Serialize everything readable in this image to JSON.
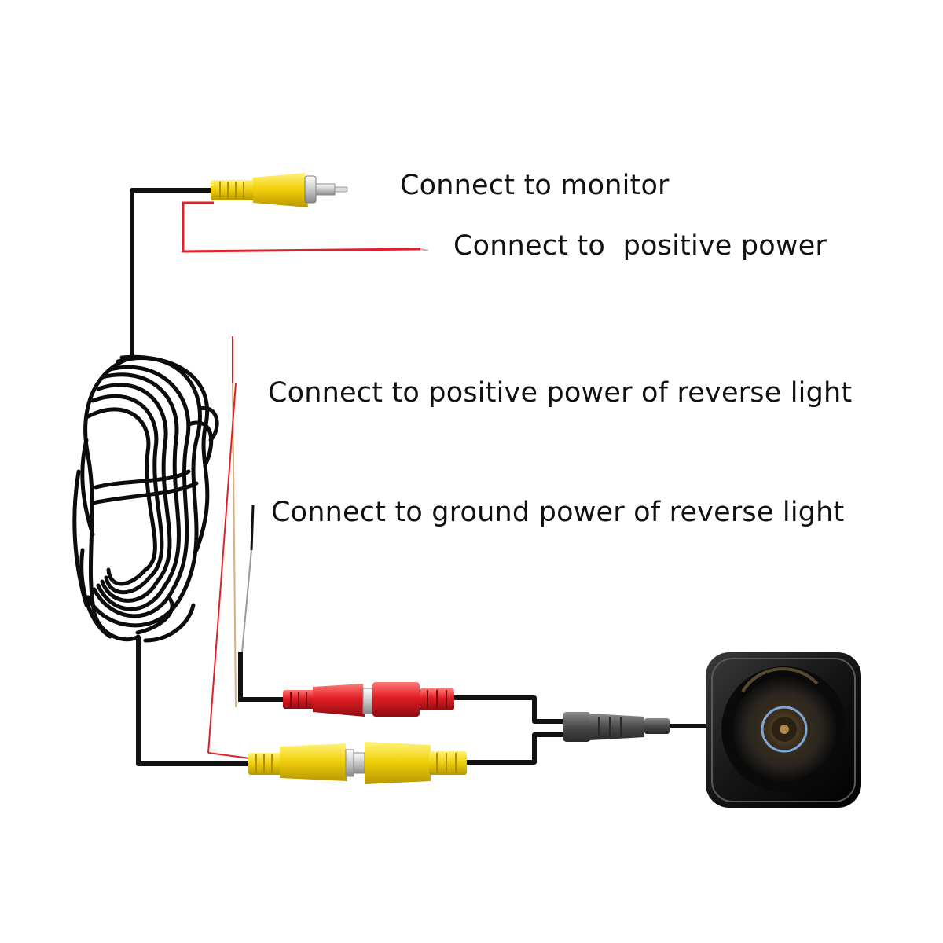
{
  "labels": {
    "monitor": "Connect to monitor",
    "positive_power": "Connect to  positive power",
    "reverse_positive": "Connect to positive power of reverse light",
    "reverse_ground": "Connect to ground power of reverse light"
  },
  "colors": {
    "cable": "#111111",
    "red_wire": "#e0202a",
    "rca_yellow": "#f2d10c",
    "power_red": "#e11d24",
    "camera_body": "#1b1b1b",
    "connector_gray": "#4a4a4a"
  },
  "icons": {
    "camera": "backup-camera-icon",
    "coil": "coiled-cable-icon"
  }
}
